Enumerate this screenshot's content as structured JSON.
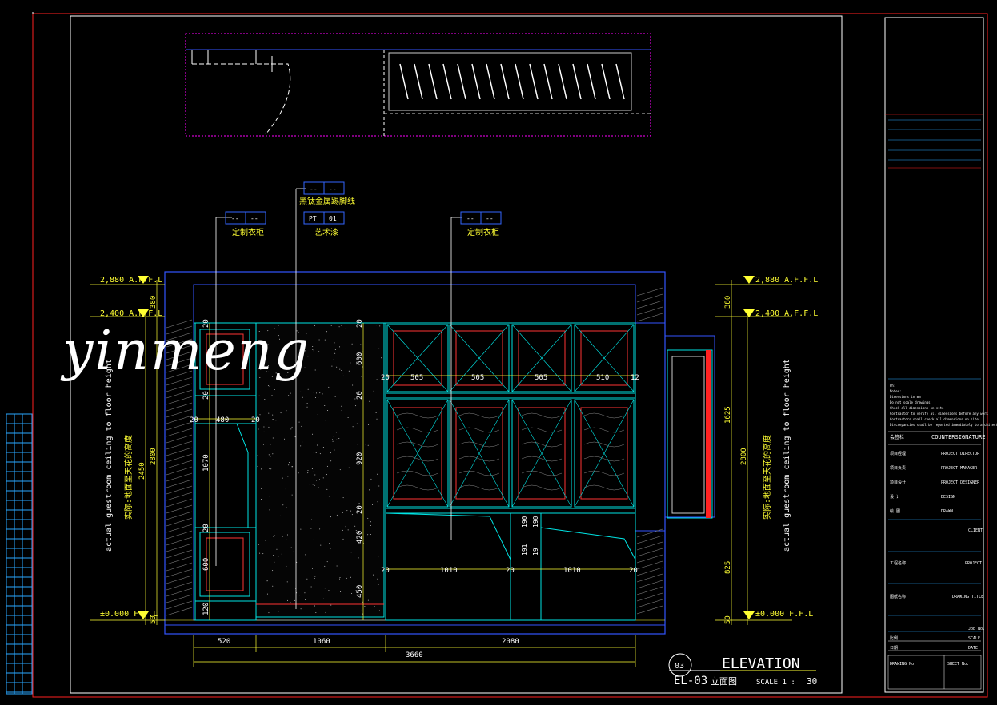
{
  "watermark": "yinmeng",
  "levels": {
    "ceiling_2880": "2,880 A.F.F.L",
    "ceiling_2400": "2,400 A.F.F.L",
    "floor_0": "±0.000 F.F.L",
    "ceiling_2880_r": "2,880 A.F.F.L",
    "ceiling_2400_r": "2,400 A.F.F.L",
    "floor_0_r": "±0.000 F.F.L"
  },
  "callouts": {
    "wardrobe_left": {
      "code_a": "--",
      "code_b": "--",
      "label": "定制衣柜"
    },
    "metal_trim": {
      "code_a": "--",
      "code_b": "--",
      "label": "黑钛金属踢脚线"
    },
    "art_paint": {
      "code_a": "PT",
      "code_b": "01",
      "label": "艺术漆"
    },
    "wardrobe_right": {
      "code_a": "--",
      "code_b": "--",
      "label": "定制衣柜"
    }
  },
  "side_labels": {
    "left_en": "actual guestroom ceiling to floor height",
    "left_cn": "实际:地面至天花的高度",
    "right_en": "actual guestroom ceiling to floor height",
    "right_cn": "实际:地面至天花的高度"
  },
  "dims": {
    "left_380": "380",
    "left_2800": "2800",
    "left_2450": "2450",
    "left_50": "50",
    "right_380": "380",
    "right_1625": "1625",
    "right_2800": "2800",
    "right_825": "825",
    "right_50": "50",
    "bottom_520": "520",
    "bottom_1060": "1060",
    "bottom_2080": "2080",
    "bottom_3660": "3660",
    "w505a": "505",
    "w505b": "505",
    "w505c": "505",
    "w510": "510",
    "w20a": "20",
    "w12": "12",
    "w1010a": "1010",
    "w1010b": "1010",
    "w20b": "20",
    "w20c": "20",
    "w20d": "20",
    "h600": "600",
    "h920": "920",
    "h420": "420",
    "h450": "450",
    "h20a": "20",
    "h20b": "20",
    "h20c": "20",
    "l480": "480",
    "l1070": "1070",
    "l600": "600",
    "l120": "120",
    "l20a": "20",
    "l20b": "20",
    "l20c": "20",
    "l20d": "20",
    "l20e": "20",
    "s190a": "190",
    "s190b": "190",
    "s191": "191",
    "s19": "19"
  },
  "drawing_title": {
    "number": "03",
    "title": "ELEVATION",
    "code": "EL-03",
    "code_cn": "立面图",
    "scale_label": "SCALE 1 :",
    "scale_value": "30"
  },
  "title_block": {
    "remarks": [
      "Ph:",
      "Notes:",
      "Dimensions in mm",
      "Do not scale drawings",
      "Check all dimensions on site",
      "Contractor to verify all dimensions before any work",
      "Contractors shall check all dimensions on site",
      "Discrepancies shall be reported immediately to architects"
    ],
    "approve_cn": "会签栏",
    "countersign": "COUNTERSIGNATURE",
    "roles": [
      {
        "cn": "项目经理",
        "en": "PROJECT DIRECTOR"
      },
      {
        "cn": "项目负责",
        "en": "PROJECT MANAGER"
      },
      {
        "cn": "项目设计",
        "en": "PROJECT DESIGNER"
      },
      {
        "cn": "设  计",
        "en": "DESIGN"
      },
      {
        "cn": "绘  图",
        "en": "DRAWN"
      }
    ],
    "client_label": "CLIENT",
    "project_cn": "工程名称",
    "project_label": "PROJECT",
    "drawing_title_cn": "图纸名称",
    "drawing_title_label": "DRAWING TITLE",
    "job_no_label": "Job No.",
    "scale_cn": "比例",
    "scale_label": "SCALE",
    "date_cn": "日期",
    "date_label": "DATE",
    "drawing_no_label": "DRAWING No.",
    "sheet_label": "SHEET No."
  }
}
